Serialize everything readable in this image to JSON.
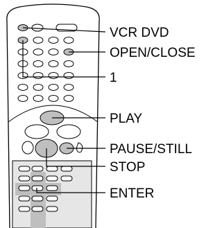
{
  "callouts": {
    "vcr_dvd": "VCR DVD",
    "open_close": "OPEN/CLOSE",
    "one": "1",
    "play": "PLAY",
    "pause_still": "PAUSE/STILL",
    "stop": "STOP",
    "enter": "ENTER"
  },
  "colors": {
    "stroke": "#000000",
    "button_fill": "#ffffff",
    "highlight_fill": "#bfbfbf",
    "panel_fill": "#e6e6e6"
  }
}
